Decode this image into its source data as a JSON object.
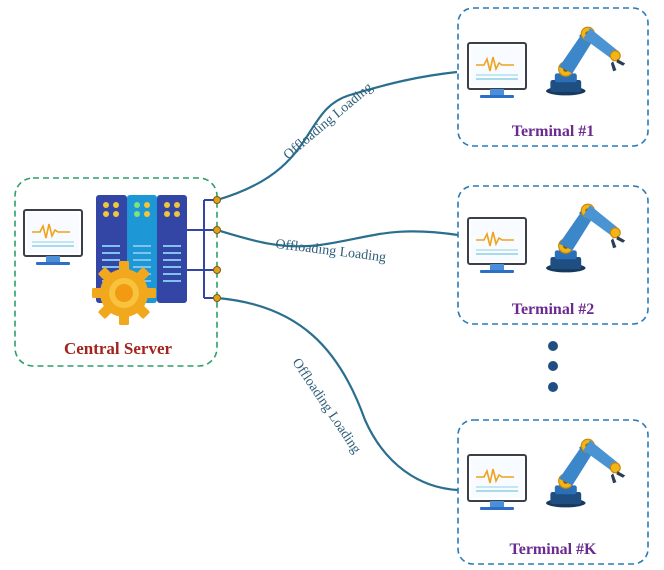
{
  "server": {
    "label": "Central Server"
  },
  "terminals": [
    {
      "label": "Terminal #1"
    },
    {
      "label": "Terminal #2"
    },
    {
      "label": "Terminal #K"
    }
  ],
  "links": [
    {
      "label": "Offloading Loading"
    },
    {
      "label": "Offloading Loading"
    },
    {
      "label": "Offloading Loading"
    }
  ],
  "colors": {
    "server_border": "#2e9e6a",
    "terminal_border": "#2a7ab8",
    "link": "#2a6f8f",
    "server_label": "#a3241d",
    "terminal_label": "#6b2a8f"
  }
}
